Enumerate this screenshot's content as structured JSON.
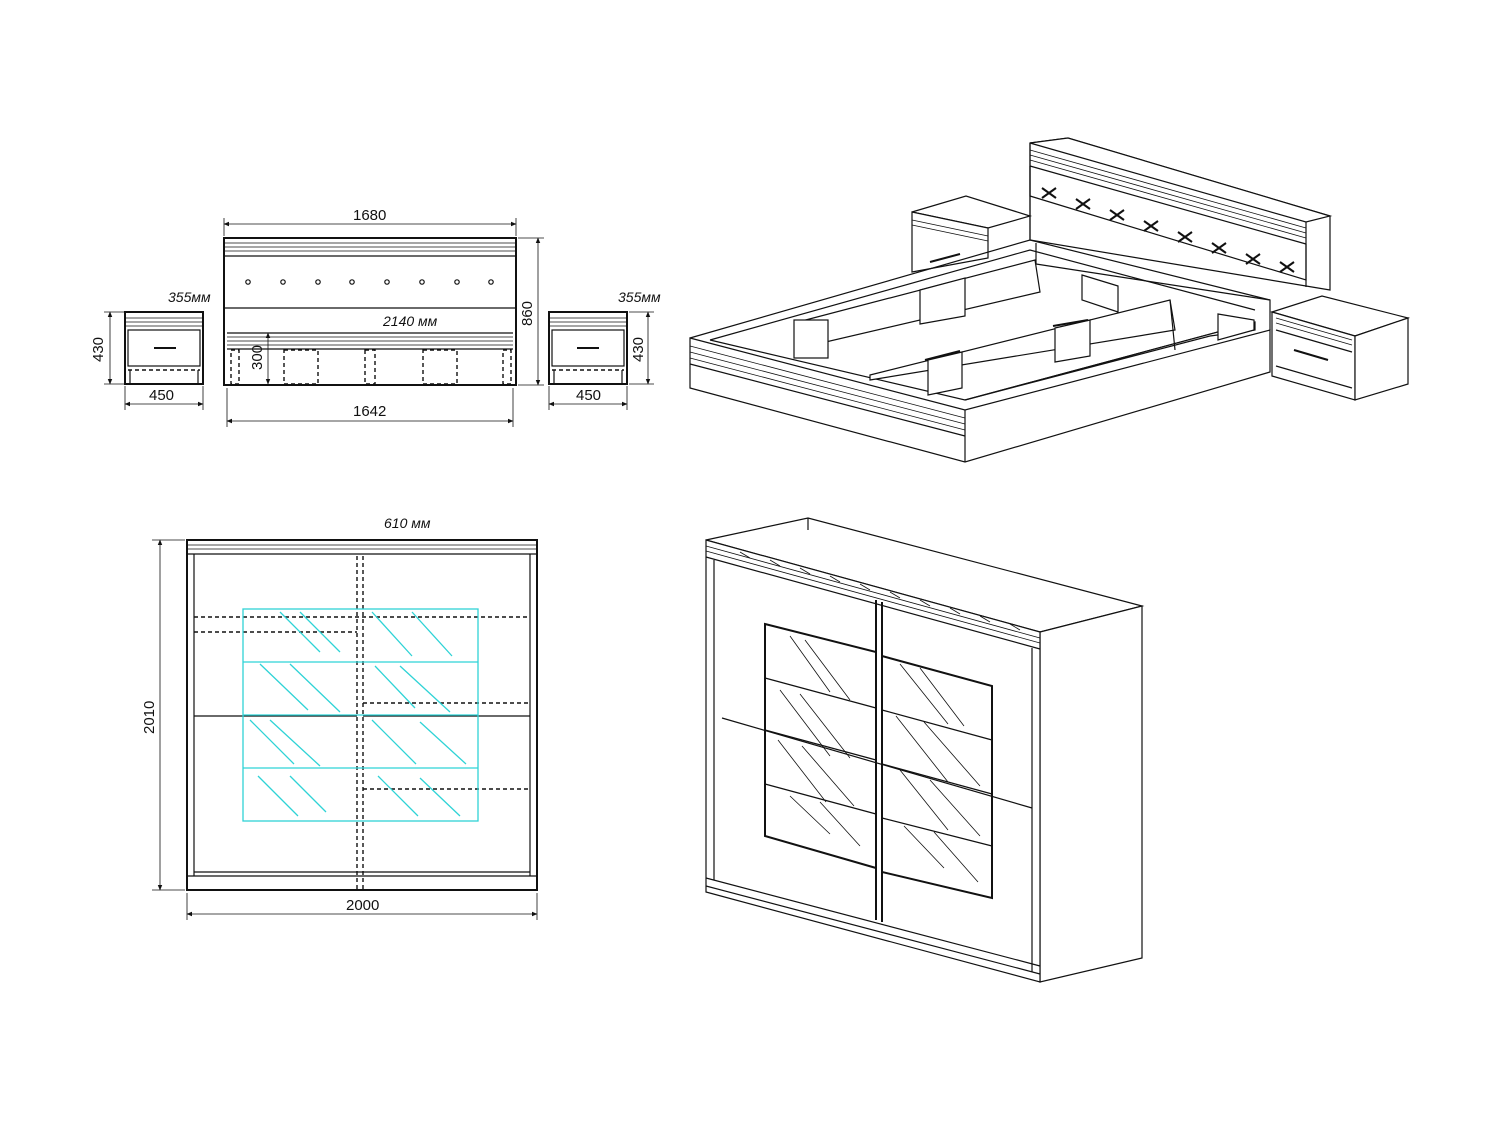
{
  "dimensions": {
    "bed_width_top": "1680",
    "bed_width_bottom": "1642",
    "bed_height": "860",
    "bed_length": "2140 мм",
    "bed_base_height": "300",
    "nightstand_depth_left": "355мм",
    "nightstand_depth_right": "355мм",
    "nightstand_height_left": "430",
    "nightstand_height_right": "430",
    "nightstand_width_left": "450",
    "nightstand_width_right": "450",
    "wardrobe_depth": "610 мм",
    "wardrobe_height": "2010",
    "wardrobe_width": "2000"
  },
  "colors": {
    "line": "#111111",
    "mirror_highlight": "#2fd3d6",
    "background": "#ffffff"
  }
}
